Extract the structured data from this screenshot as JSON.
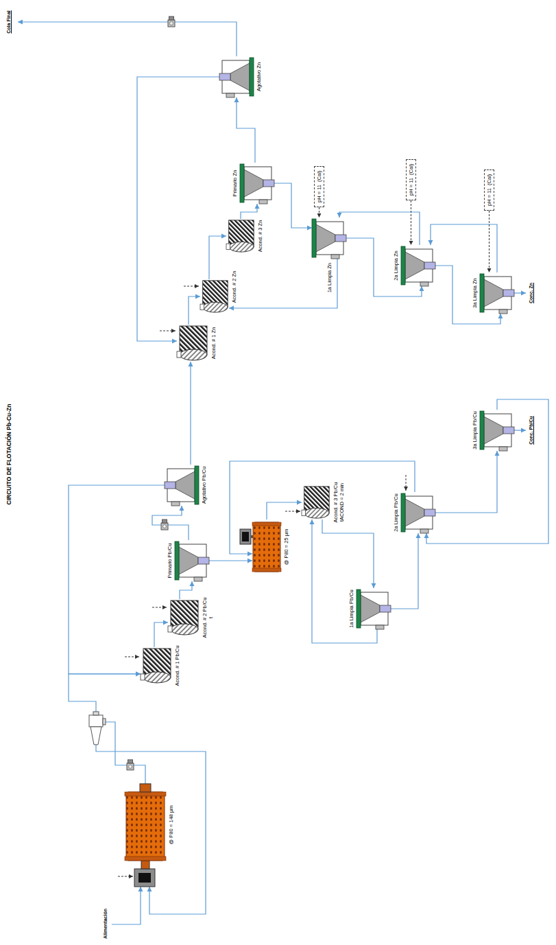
{
  "diagram": {
    "title": "CIRCUITO DE FLOTACIÓN Pb-Cu-Zn",
    "nodes": [
      {
        "text": [
          "@ P80 = 148 µm"
        ]
      },
      {
        "text": [
          "Acond. # 1 Pb/Cu"
        ]
      },
      {
        "text": [
          "Acond. # 2 Pb/Cu",
          "t"
        ]
      },
      {
        "text": [
          "Primario Pb/Cu"
        ]
      },
      {
        "text": [
          "Agotativo Pb/Cu"
        ]
      },
      {
        "text": [
          "@ P80 = 25 µm"
        ]
      },
      {
        "text": [
          "Acond. # 3 Pb/Cu",
          "tACOND = 2 min"
        ]
      },
      {
        "text": [
          "1a Limpia Pb/Cu"
        ]
      },
      {
        "text": [
          "2a Limpia Pb/Cu"
        ]
      },
      {
        "text": [
          "3a Limpia Pb/Cu"
        ]
      },
      {
        "text": [
          "Acond. # 1 Zn"
        ]
      },
      {
        "text": [
          "Acond. # 2 Zn"
        ]
      },
      {
        "text": [
          "Acond. # 3 Zn"
        ]
      },
      {
        "text": [
          "Primario Zn"
        ]
      },
      {
        "text": [
          "Agotativo Zn"
        ]
      },
      {
        "text": [
          "1a Limpia Zn"
        ]
      },
      {
        "text": [
          "2a Limpia Zn"
        ]
      },
      {
        "text": [
          "3a Limpia Zn"
        ]
      },
      {
        "text": [
          "pH = 11  (Cal)"
        ]
      },
      {
        "text": [
          "pH = 11  (Cal)"
        ]
      },
      {
        "text": [
          "pH = 11  (Cal)"
        ]
      }
    ],
    "edges": [
      {
        "from": 0,
        "to": 1,
        "arrow": "to"
      },
      {
        "from": 1,
        "to": 2,
        "arrow": "to"
      },
      {
        "from": 2,
        "to": 3,
        "arrow": "to"
      },
      {
        "from": 3,
        "to": 4,
        "arrow": "to"
      },
      {
        "from": 4,
        "to": 1,
        "arrow": "to"
      },
      {
        "from": 3,
        "to": 5,
        "arrow": "to"
      },
      {
        "from": 5,
        "to": 6,
        "arrow": "to"
      },
      {
        "from": 6,
        "to": 7,
        "arrow": "to"
      },
      {
        "from": 7,
        "to": 6,
        "arrow": "to"
      },
      {
        "from": 7,
        "to": 8,
        "arrow": "to"
      },
      {
        "from": 8,
        "to": 5,
        "arrow": "to"
      },
      {
        "from": 8,
        "to": 9,
        "arrow": "to"
      },
      {
        "from": 9,
        "to": 8,
        "arrow": "to"
      },
      {
        "from": 4,
        "to": 10,
        "arrow": "to"
      },
      {
        "from": 14,
        "to": 10,
        "arrow": "to"
      },
      {
        "from": 10,
        "to": 11,
        "arrow": "to"
      },
      {
        "from": 11,
        "to": 12,
        "arrow": "to"
      },
      {
        "from": 12,
        "to": 13,
        "arrow": "to"
      },
      {
        "from": 13,
        "to": 14,
        "arrow": "to"
      },
      {
        "from": 13,
        "to": 15,
        "arrow": "to"
      },
      {
        "from": 15,
        "to": 11,
        "arrow": "to"
      },
      {
        "from": 15,
        "to": 16,
        "arrow": "to"
      },
      {
        "from": 16,
        "to": 15,
        "arrow": "to"
      },
      {
        "from": 16,
        "to": 17,
        "arrow": "to"
      },
      {
        "from": 17,
        "to": 16,
        "arrow": "to"
      },
      {
        "from": 18,
        "to": 15,
        "arrow": "to"
      },
      {
        "from": 19,
        "to": 16,
        "arrow": "to"
      },
      {
        "from": 20,
        "to": 17,
        "arrow": "to"
      }
    ],
    "labels": [
      "Alimentación",
      "Conc. Pb/Cu",
      "Conc. Zn",
      "Cola Final"
    ]
  }
}
